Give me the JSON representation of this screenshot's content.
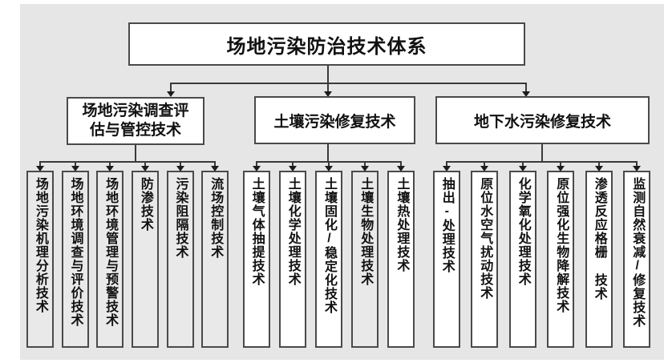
{
  "root": {
    "label": "场地污染防治技术体系"
  },
  "groups": [
    {
      "label": "场地污染调查评估与管控技术",
      "items": [
        {
          "label": "场地污染机理分析技术",
          "filled": true
        },
        {
          "label": "场地环境调查与评价技术",
          "filled": true
        },
        {
          "label": "场地环境管理与预警技术",
          "filled": true
        },
        {
          "label": "防渗技术",
          "filled": true
        },
        {
          "label": "污染阻隔技术",
          "filled": true
        },
        {
          "label": "流场控制技术",
          "filled": true
        }
      ]
    },
    {
      "label": "土壤污染修复技术",
      "items": [
        {
          "label": "土壤气体抽提技术",
          "filled": false
        },
        {
          "label": "土壤化学处理技术",
          "filled": false
        },
        {
          "label": "土壤固化/稳定化技术",
          "filled": false
        },
        {
          "label": "土壤生物处理技术",
          "filled": true
        },
        {
          "label": "土壤热处理技术",
          "filled": false
        }
      ]
    },
    {
      "label": "地下水污染修复技术",
      "items": [
        {
          "label": "抽出-处理技术",
          "filled": false
        },
        {
          "label": "原位水空气扰动技术",
          "filled": false
        },
        {
          "label": "化学氧化处理技术",
          "filled": false
        },
        {
          "label": "原位强化生物降解技术",
          "filled": false
        },
        {
          "label": "渗透反应格栅 技术",
          "filled": false
        },
        {
          "label": "监测自然衰减/修复技术",
          "filled": false
        }
      ]
    }
  ],
  "colors": {
    "background": "#e6e6e6",
    "box_fill": "#ffffff",
    "box_fill_shaded": "#e9e9e9",
    "border": "#4a4a4a",
    "line": "#3a3a3a",
    "text": "#111111"
  }
}
